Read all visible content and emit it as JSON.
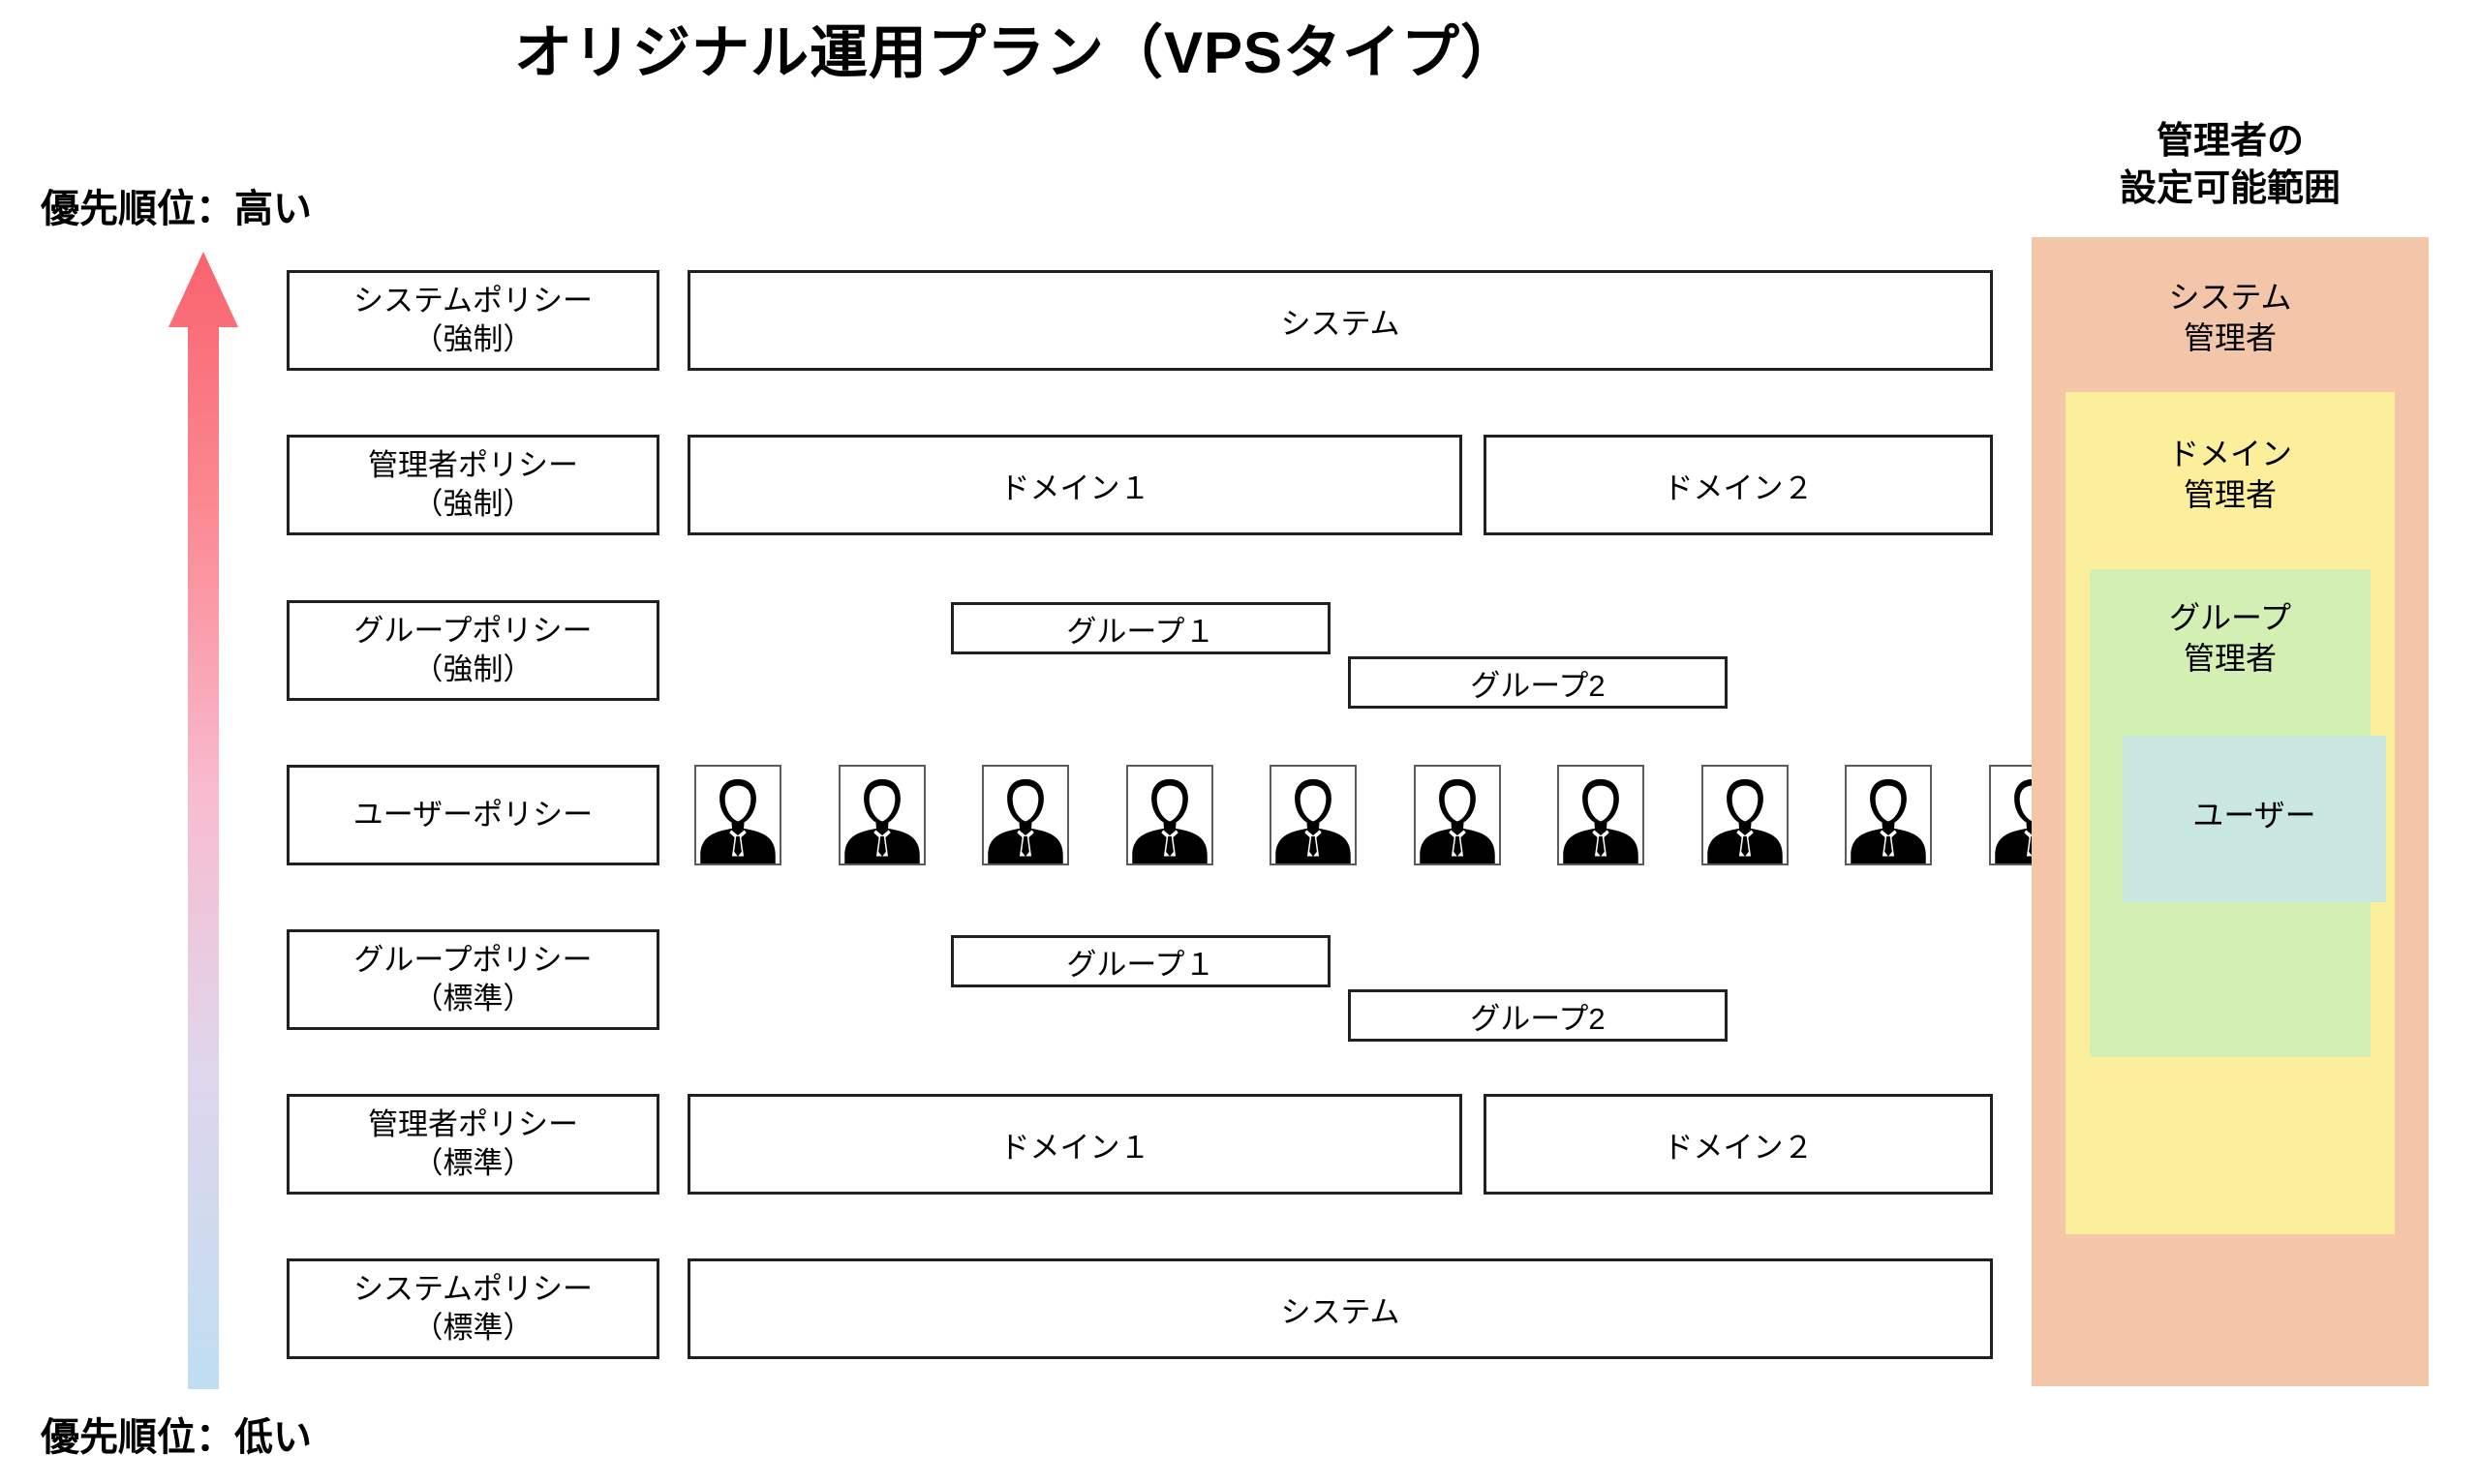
{
  "title": "オリジナル運用プラン（VPSタイプ）",
  "priority": {
    "high_label": "優先順位：高い",
    "low_label": "優先順位：低い",
    "arrow_top_color": "#F9636F",
    "arrow_bottom_color": "#BFDEF2",
    "arrow_icon": "up-arrow-gradient-icon"
  },
  "policy_rows": [
    {
      "label": "システムポリシー\n（強制）",
      "line1": "システムポリシー",
      "line2": "（強制）"
    },
    {
      "label": "管理者ポリシー\n（強制）",
      "line1": "管理者ポリシー",
      "line2": "（強制）"
    },
    {
      "label": "グループポリシー\n（強制）",
      "line1": "グループポリシー",
      "line2": "（強制）"
    },
    {
      "label": "ユーザーポリシー",
      "line1": "ユーザーポリシー",
      "line2": ""
    },
    {
      "label": "グループポリシー\n（標準）",
      "line1": "グループポリシー",
      "line2": "（標準）"
    },
    {
      "label": "管理者ポリシー\n（標準）",
      "line1": "管理者ポリシー",
      "line2": "（標準）"
    },
    {
      "label": "システムポリシー\n（標準）",
      "line1": "システムポリシー",
      "line2": "（標準）"
    }
  ],
  "content": {
    "system_top": "システム",
    "domain1_top": "ドメイン１",
    "domain2_top": "ドメイン２",
    "group1_forced": "グループ１",
    "group2_forced": "グループ2",
    "group1_standard": "グループ１",
    "group2_standard": "グループ2",
    "domain1_bottom": "ドメイン１",
    "domain2_bottom": "ドメイン２",
    "system_bottom": "システム",
    "user_icon_name": "user-person-icon",
    "user_icon_count": 10
  },
  "scope_panel": {
    "title_line1": "管理者の",
    "title_line2": "設定可能範囲",
    "bands": [
      {
        "label_line1": "システム",
        "label_line2": "管理者",
        "color": "#F3C5A9"
      },
      {
        "label_line1": "ドメイン",
        "label_line2": "管理者",
        "color": "#FCEF9B"
      },
      {
        "label_line1": "グループ",
        "label_line2": "管理者",
        "color": "#D4EFB4"
      },
      {
        "label_line1": "ユーザー",
        "label_line2": "",
        "color": "#C9E7E0"
      }
    ]
  }
}
